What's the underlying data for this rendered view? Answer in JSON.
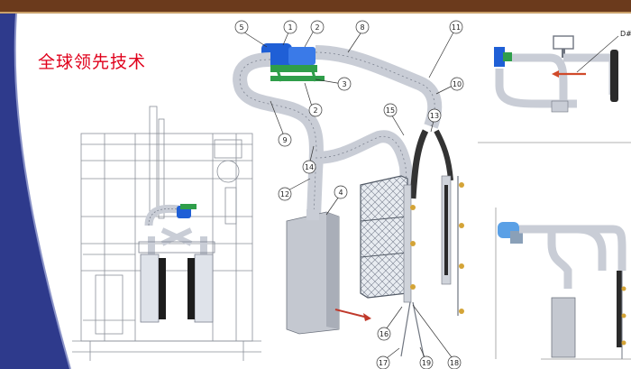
{
  "slide": {
    "title": "全球领先技术",
    "colors": {
      "header_bar": "#6b3a1c",
      "title_red": "#e0001b",
      "wave_blue": "#2e3a8c",
      "fan_blue": "#1f5fd6",
      "bracket_green": "#2f9e4a",
      "duct_gray": "#c9cdd6",
      "arrow_red": "#c0392b"
    }
  },
  "callouts": {
    "c1": "1",
    "c2": "2",
    "c2b": "2",
    "c3": "3",
    "c4": "4",
    "c5": "5",
    "c8": "8",
    "c9": "9",
    "c10": "10",
    "c11": "11",
    "c12": "12",
    "c13": "13",
    "c14": "14",
    "c15": "15",
    "c16": "16",
    "c17": "17",
    "c18": "18",
    "c19": "19"
  },
  "detail": {
    "d_label": "D#"
  }
}
